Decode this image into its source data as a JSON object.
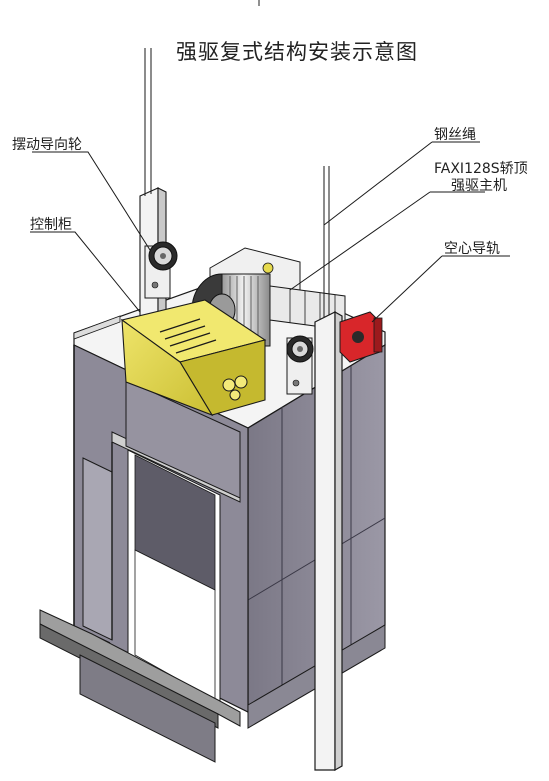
{
  "title": "强驱复式结构安装示意图",
  "labels": {
    "swing_guide_wheel": "摆动导向轮",
    "control_cabinet": "控制柜",
    "steel_rope": "钢丝绳",
    "machine_line1": "FAXI128S轿顶",
    "machine_line2": "强驱主机",
    "hollow_rail": "空心导轨"
  },
  "colors": {
    "cabinet_yellow": "#e4d84c",
    "rail_red": "#d8262a",
    "car_panel": "#8f8c99",
    "car_panel_dark": "#6f6c7a",
    "steel": "#d8d8d8",
    "outline": "#1a1a1a"
  }
}
